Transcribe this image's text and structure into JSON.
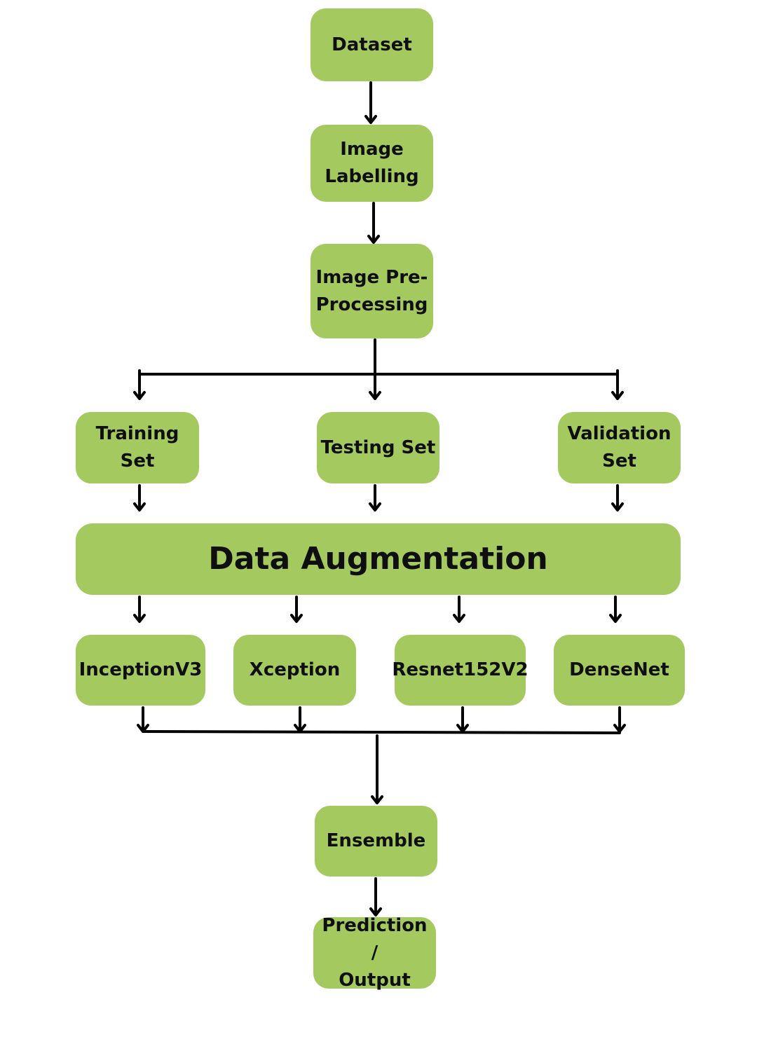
{
  "colors": {
    "node_fill": "#a4c95e",
    "text": "#0f0f0f",
    "connector": "#000000",
    "background": "#ffffff"
  },
  "nodes": {
    "dataset": "Dataset",
    "image_labelling": "Image\nLabelling",
    "image_preprocessing": "Image Pre-\nProcessing",
    "training_set": "Training Set",
    "testing_set": "Testing Set",
    "validation_set": "Validation\nSet",
    "data_augmentation": "Data Augmentation",
    "inceptionv3": "InceptionV3",
    "xception": "Xception",
    "resnet152v2": "Resnet152V2",
    "densenet": "DenseNet",
    "ensemble": "Ensemble",
    "prediction_output": "Prediction /\nOutput"
  }
}
